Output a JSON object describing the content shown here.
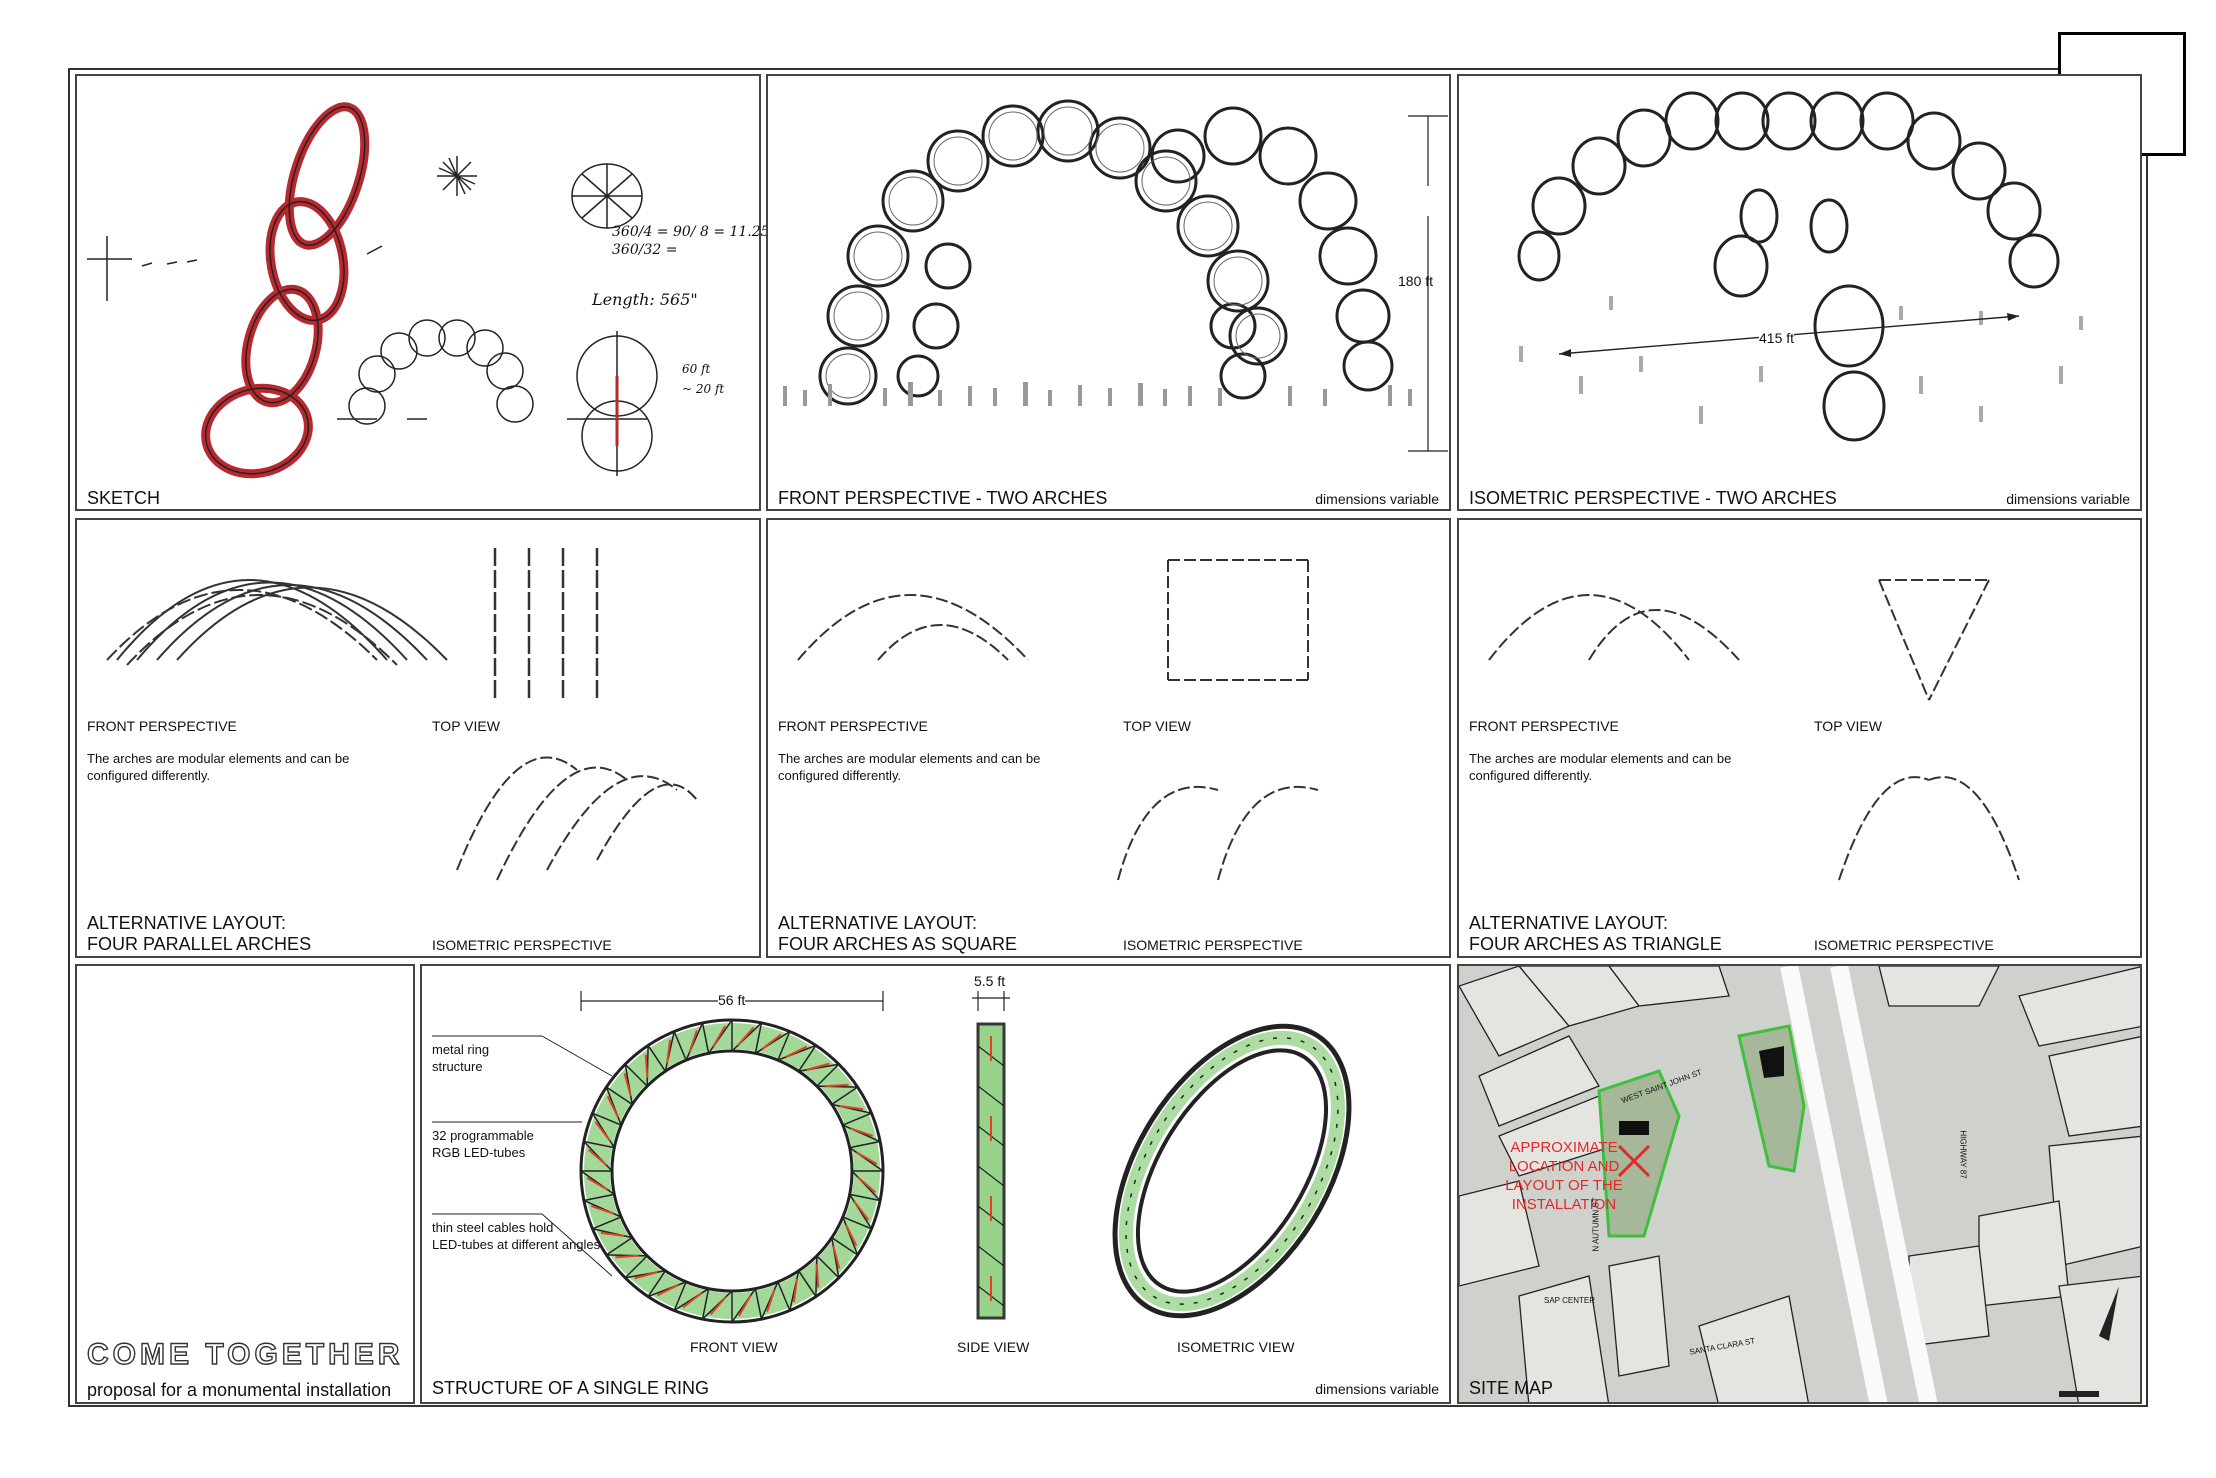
{
  "sheet": {
    "row1": {
      "sketch": {
        "caption": "SKETCH",
        "handwriting": [
          "360/4 = 90/ 8 = 11.25",
          "360/32 =",
          "Length: 565\"",
          "60 ft",
          "~ 20 ft"
        ]
      },
      "front": {
        "caption": "FRONT PERSPECTIVE - TWO ARCHES",
        "dims": "dimensions variable",
        "height": "180 ft"
      },
      "iso": {
        "caption": "ISOMETRIC PERSPECTIVE - TWO ARCHES",
        "dims": "dimensions variable",
        "span": "415 ft"
      }
    },
    "row2": {
      "parallel": {
        "front": "FRONT PERSPECTIVE",
        "top": "TOP VIEW",
        "note": "The arches are modular elements and can be configured differently.",
        "layout1": "ALTERNATIVE LAYOUT:",
        "layout2": "FOUR PARALLEL ARCHES",
        "iso": "ISOMETRIC PERSPECTIVE"
      },
      "square": {
        "front": "FRONT PERSPECTIVE",
        "top": "TOP VIEW",
        "note": "The arches are modular elements and can be configured differently.",
        "layout1": "ALTERNATIVE LAYOUT:",
        "layout2": "FOUR ARCHES AS SQUARE",
        "iso": "ISOMETRIC PERSPECTIVE"
      },
      "triangle": {
        "front": "FRONT PERSPECTIVE",
        "top": "TOP VIEW",
        "note": "The arches are modular elements and can be configured differently.",
        "layout1": "ALTERNATIVE LAYOUT:",
        "layout2": "FOUR ARCHES AS TRIANGLE",
        "iso": "ISOMETRIC PERSPECTIVE"
      }
    },
    "row3": {
      "title": {
        "name": "COME TOGETHER",
        "subtitle": "proposal for a monumental installation"
      },
      "ring": {
        "caption": "STRUCTURE OF A SINGLE RING",
        "dims": "dimensions variable",
        "diameter": "56 ft",
        "depth": "5.5 ft",
        "ann1a": "metal ring",
        "ann1b": "structure",
        "ann2a": "32 programmable",
        "ann2b": "RGB LED-tubes",
        "ann3a": "thin steel cables hold",
        "ann3b": "LED-tubes at different angles",
        "front_view": "FRONT VIEW",
        "side_view": "SIDE VIEW",
        "iso_view": "ISOMETRIC VIEW"
      },
      "site": {
        "caption": "SITE MAP",
        "red_note": "APPROXIMATE LOCATION AND LAYOUT OF THE INSTALLATION",
        "streets": [
          "WEST SAINT JOHN ST",
          "SAP CENTER",
          "SANTA CLARA ST",
          "N AUTUMN ST",
          "HIGHWAY 87"
        ]
      }
    }
  },
  "colors": {
    "sketch_red": "#b8282f",
    "led_red": "#e0412a",
    "led_green": "#8ccf7e",
    "map_outline": "#3ec03e",
    "map_red": "#e02a2a"
  }
}
